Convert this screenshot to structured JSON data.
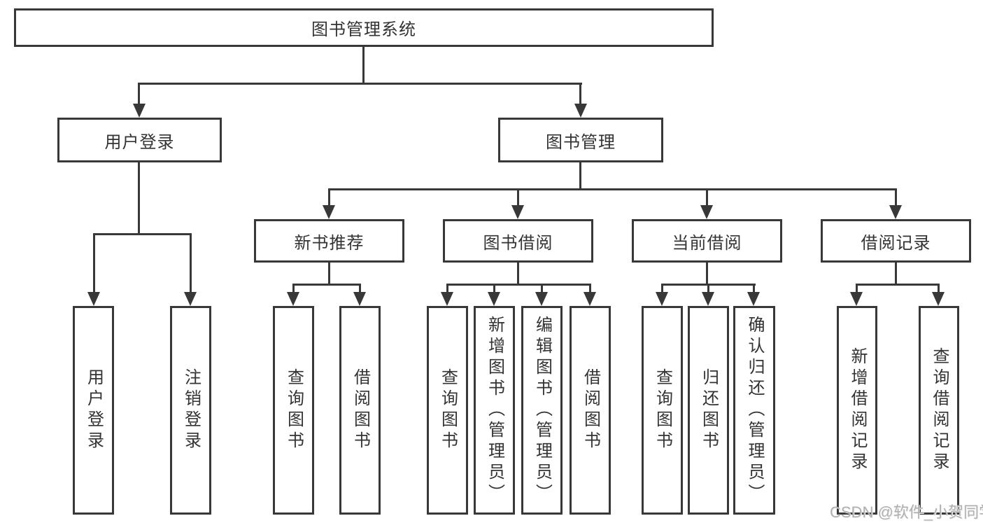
{
  "diagram": {
    "title": "图书管理系统",
    "level2": {
      "user_login": "用户登录",
      "book_mgmt": "图书管理"
    },
    "level3": {
      "new_book": "新书推荐",
      "borrowing": "图书借阅",
      "current": "当前借阅",
      "records": "借阅记录"
    },
    "leaves": {
      "user_login": "用户登录",
      "logout": "注销登录",
      "nb_query": "查询图书",
      "nb_borrow": "借阅图书",
      "bb_query": "查询图书",
      "bb_add": "新增图书（管理员）",
      "bb_edit": "编辑图书（管理员）",
      "bb_borrow": "借阅图书",
      "cb_query": "查询图书",
      "cb_return": "归还图书",
      "cb_confirm": "确认归还（管理员）",
      "br_add": "新增借阅记录",
      "br_query": "查询借阅记录"
    }
  },
  "watermark": "CSDN @软件_小贺同学",
  "colors": {
    "line": "#383838",
    "text": "#333333",
    "watermark": "#b0b0b0"
  }
}
